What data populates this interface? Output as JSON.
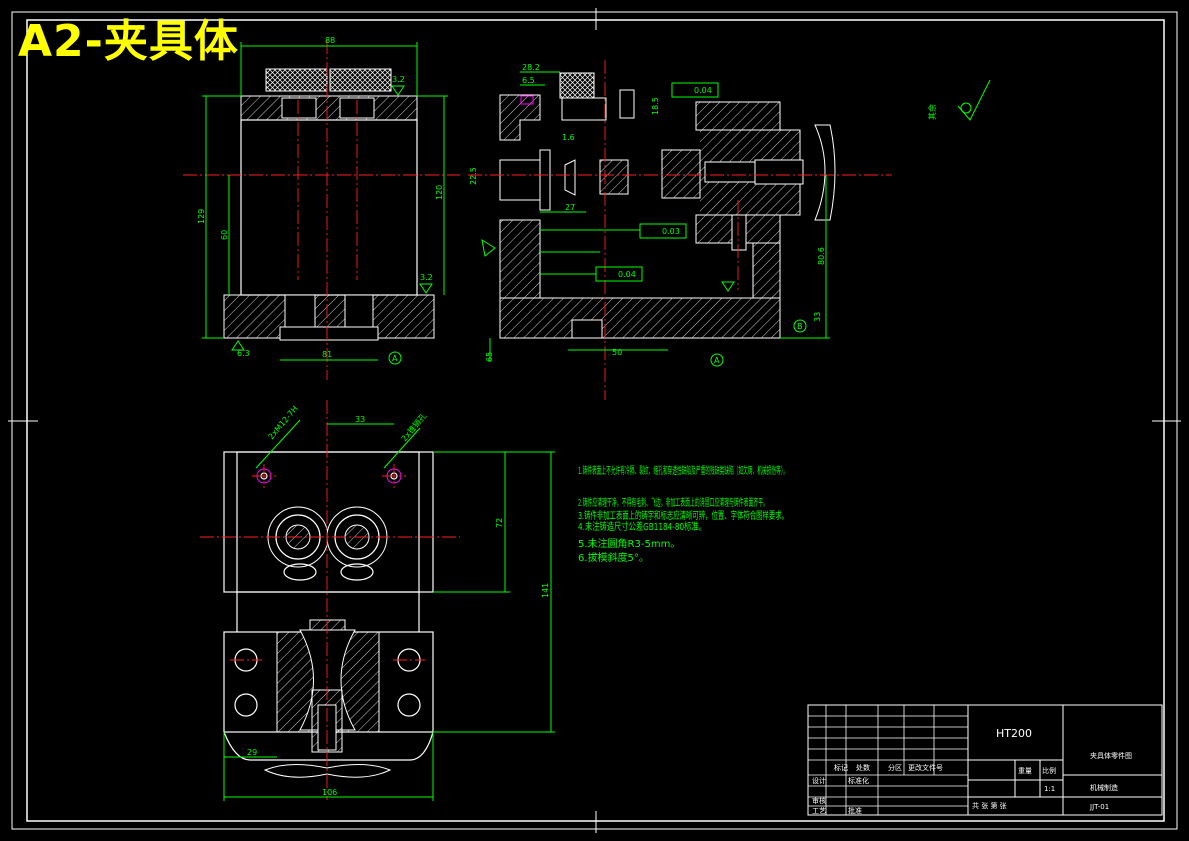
{
  "drawing": {
    "title": "A2-夹具体",
    "colors": {
      "background": "#000000",
      "outline": "#ffffff",
      "dimension": "#00ff00",
      "centerline": "#ff2020",
      "title": "#ffff00"
    }
  },
  "dimensions": {
    "top_width": "88",
    "front_height_total": "129",
    "front_height_inner": "60",
    "side_height": "120",
    "base_bore": "81",
    "roughness_a": "3.2",
    "roughness_b": "3.2",
    "roughness_c": "6.3",
    "side_a": "28.2",
    "side_b": "6.5",
    "side_c": "18.5",
    "side_d": "22.5",
    "side_e": "1.6",
    "side_f": "50",
    "side_g": "65",
    "side_h": "80.6",
    "side_i": "33",
    "side_j": "27",
    "plan_33": "33",
    "plan_72": "72",
    "plan_141": "141",
    "plan_29": "29",
    "plan_106": "106",
    "hole_a": "2xM12-7H",
    "hole_b": "2x锥销孔",
    "tol_parallel": "0.04",
    "tol_perp": "0.03",
    "tol_parallel2": "0.04",
    "datum": "A",
    "datum_b": "B",
    "roughness_other": "其余"
  },
  "notes": [
    "1.铸件表面上不允许有冷隔、裂纹、缩孔和穿透性缺陷及严重的残缺类缺陷（如欠铸、机械损伤等）。",
    "2.铸件应清理干净，不得有毛刺、飞边，非加工表面上的浇冒口应清理与铸件表面齐平。",
    "3.铸件非加工表面上的铸字和标志应清晰可辨，位置、字体符合图样要求。",
    "4.未注铸造尺寸公差GB1184-80标准。",
    "5.未注圆角R3-5mm。",
    "6.拔模斜度5°。"
  ],
  "title_block": {
    "material": "HT200",
    "name": "夹具体零件图",
    "scale": "1:1",
    "col_labels": [
      "标记",
      "处数",
      "分区",
      "更改文件号"
    ],
    "row_labels": [
      "设计",
      "标准化",
      "审核",
      "工艺",
      "批准"
    ],
    "drawing_no": "JJT-01",
    "company": "机械制造",
    "weight_label": "重量",
    "scale_label": "比例",
    "sheet_label": "共 张 第 张"
  }
}
